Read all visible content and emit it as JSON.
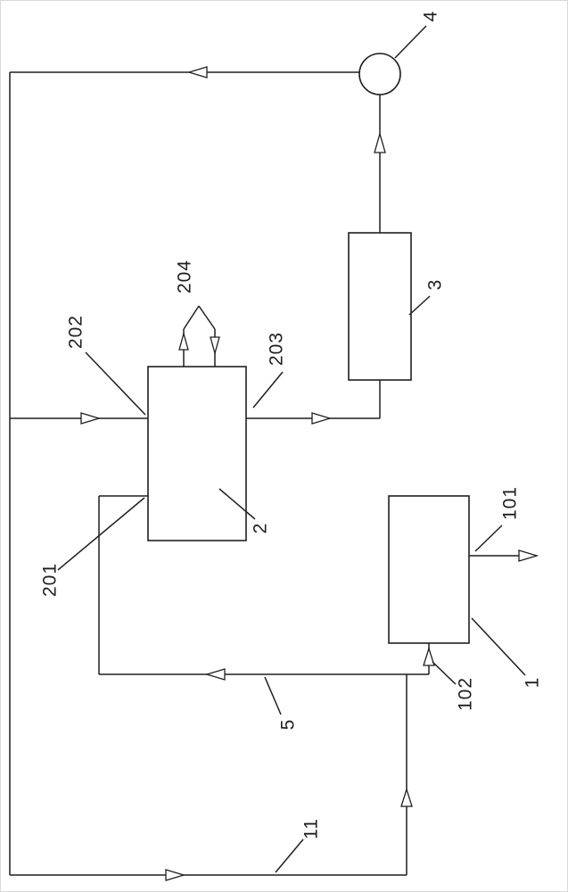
{
  "figure": {
    "type": "process-flow-diagram",
    "background_color": "#ffffff",
    "line_color": "#1f1f1f",
    "labels": {
      "component_1": "1",
      "component_2": "2",
      "component_3": "3",
      "component_4": "4",
      "pipe_5": "5",
      "feed_11": "11",
      "port_101": "101",
      "port_102": "102",
      "port_201": "201",
      "port_202": "202",
      "port_203": "203",
      "port_204": "204"
    }
  }
}
